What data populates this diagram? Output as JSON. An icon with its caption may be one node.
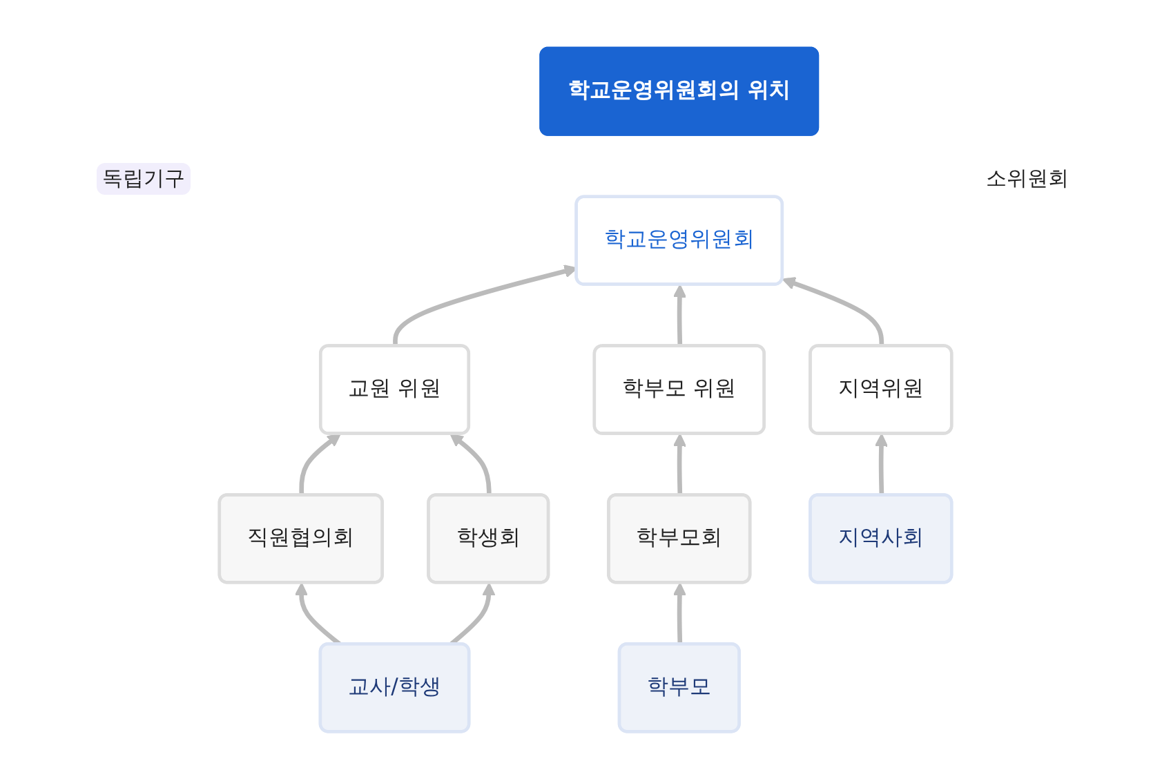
{
  "diagram": {
    "nodes": [
      {
        "text": [
          "학교운영위원회의 위치"
        ]
      },
      {
        "text": [
          "학교운영위원회"
        ]
      },
      {
        "text": [
          "교원 위원"
        ]
      },
      {
        "text": [
          "학부모 위원"
        ]
      },
      {
        "text": [
          "지역위원"
        ]
      },
      {
        "text": [
          "직원협의회"
        ]
      },
      {
        "text": [
          "학생회"
        ]
      },
      {
        "text": [
          "학부모회"
        ]
      },
      {
        "text": [
          "교사/학생"
        ]
      },
      {
        "text": [
          "학부모"
        ]
      },
      {
        "text": [
          "지역사회"
        ]
      }
    ],
    "edges": [
      {
        "from": 2,
        "to": 1,
        "arrow": "to"
      },
      {
        "from": 3,
        "to": 1,
        "arrow": "to"
      },
      {
        "from": 4,
        "to": 1,
        "arrow": "to"
      },
      {
        "from": 5,
        "to": 2,
        "arrow": "to"
      },
      {
        "from": 6,
        "to": 2,
        "arrow": "to"
      },
      {
        "from": 7,
        "to": 3,
        "arrow": "to"
      },
      {
        "from": 8,
        "to": 5,
        "arrow": "to"
      },
      {
        "from": 8,
        "to": 6,
        "arrow": "to"
      },
      {
        "from": 9,
        "to": 7,
        "arrow": "to"
      },
      {
        "from": 10,
        "to": 4,
        "arrow": "to"
      }
    ],
    "labels": [
      "독립기구",
      "소위원회"
    ]
  }
}
